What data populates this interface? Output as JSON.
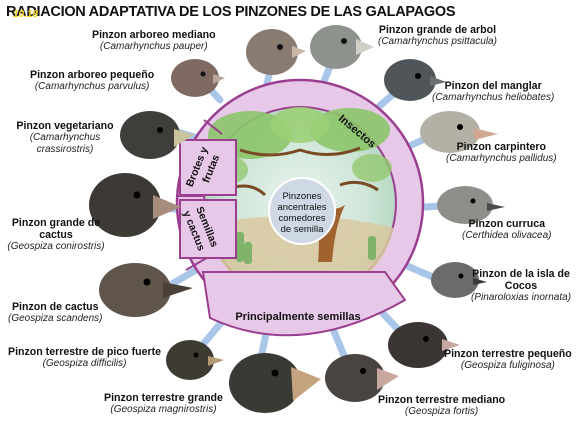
{
  "title": "RADIACION ADAPTATIVA DE LOS PINZONES DE LAS GALAPAGOS",
  "badge": "10.18",
  "center_text": [
    "Pinzones",
    "ancentrales",
    "comedores",
    "de semilla"
  ],
  "ring_labels": {
    "insectos": "Insectos",
    "brotes": [
      "Brotes y",
      "frutas"
    ],
    "semillas": [
      "Semillas",
      "y cactus"
    ],
    "principal": "Principalmente semillas"
  },
  "finches": [
    {
      "common": "Pinzon arboreo mediano",
      "scientific": "(Camarhynchus pauper)"
    },
    {
      "common": "Pinzon grande de arbol",
      "scientific": "(Camarhynchus psittacula)"
    },
    {
      "common": "Pinzon arboreo pequeño",
      "scientific": "(Camarhynchus parvulus)"
    },
    {
      "common": "Pinzon del manglar",
      "scientific": "(Camarhynchus heliobates)"
    },
    {
      "common": "Pinzon vegetariano",
      "scientific": "(Camarhynchus crassirostris)"
    },
    {
      "common": "Pinzon carpintero",
      "scientific": "(Camarhynchus pallidus)"
    },
    {
      "common": "Pinzon grande de cactus",
      "scientific": "(Geospiza conirostris)"
    },
    {
      "common": "Pinzon curruca",
      "scientific": "(Certhidea olivacea)"
    },
    {
      "common": "Pinzon de cactus",
      "scientific": "(Geospiza scandens)"
    },
    {
      "common": "Pinzon de la isla de Cocos",
      "scientific": "(Pinaroloxias inornata)"
    },
    {
      "common": "Pinzon terrestre de pico fuerte",
      "scientific": "(Geospiza difficilis)"
    },
    {
      "common": "Pinzon terrestre pequeño",
      "scientific": "(Geospiza fuliginosa)"
    },
    {
      "common": "Pinzon terrestre grande",
      "scientific": "(Geospiza magnirostris)"
    },
    {
      "common": "Pinzon terrestre mediano",
      "scientific": "(Geospiza fortis)"
    }
  ],
  "colors": {
    "ring_fill": "#e8c8e8",
    "ring_stroke": "#9a3f8f",
    "spoke": "#a9c6e8",
    "inner_bg": "#cfe6d8"
  }
}
